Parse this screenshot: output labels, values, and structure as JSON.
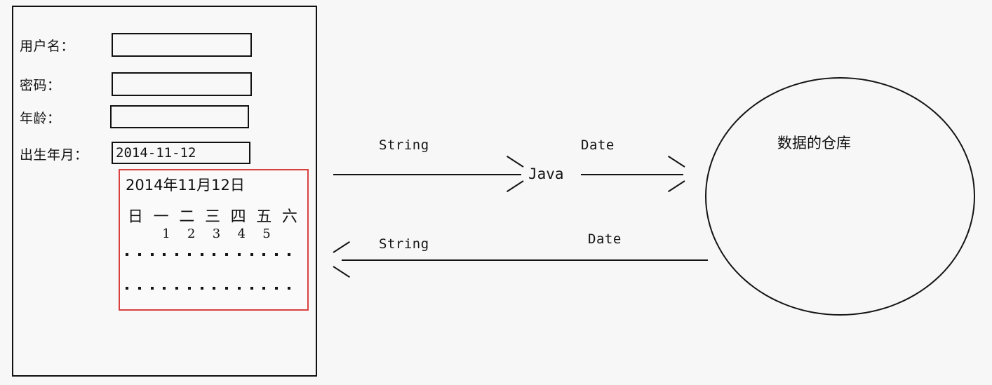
{
  "form": {
    "fields": [
      {
        "label": "用户名：",
        "value": "",
        "name": "username"
      },
      {
        "label": "密码：",
        "value": "",
        "name": "password"
      },
      {
        "label": "年龄：",
        "value": "",
        "name": "age"
      },
      {
        "label": "出生年月：",
        "value": "2014-11-12",
        "name": "birthdate"
      }
    ]
  },
  "calendar": {
    "title": "2014年11月12日",
    "weekdays": [
      "日",
      "一",
      "二",
      "三",
      "四",
      "五",
      "六"
    ],
    "days": [
      "1",
      "2",
      "3",
      "4",
      "5"
    ],
    "dot_rows": 2,
    "dots_per_row": 14,
    "border_color": "#d94040"
  },
  "flow": {
    "top": {
      "left_label": "String",
      "node_label": "Java",
      "right_label": "Date"
    },
    "bottom": {
      "left_label": "String",
      "right_label": "Date"
    }
  },
  "storage": {
    "label": "数据的仓库"
  }
}
